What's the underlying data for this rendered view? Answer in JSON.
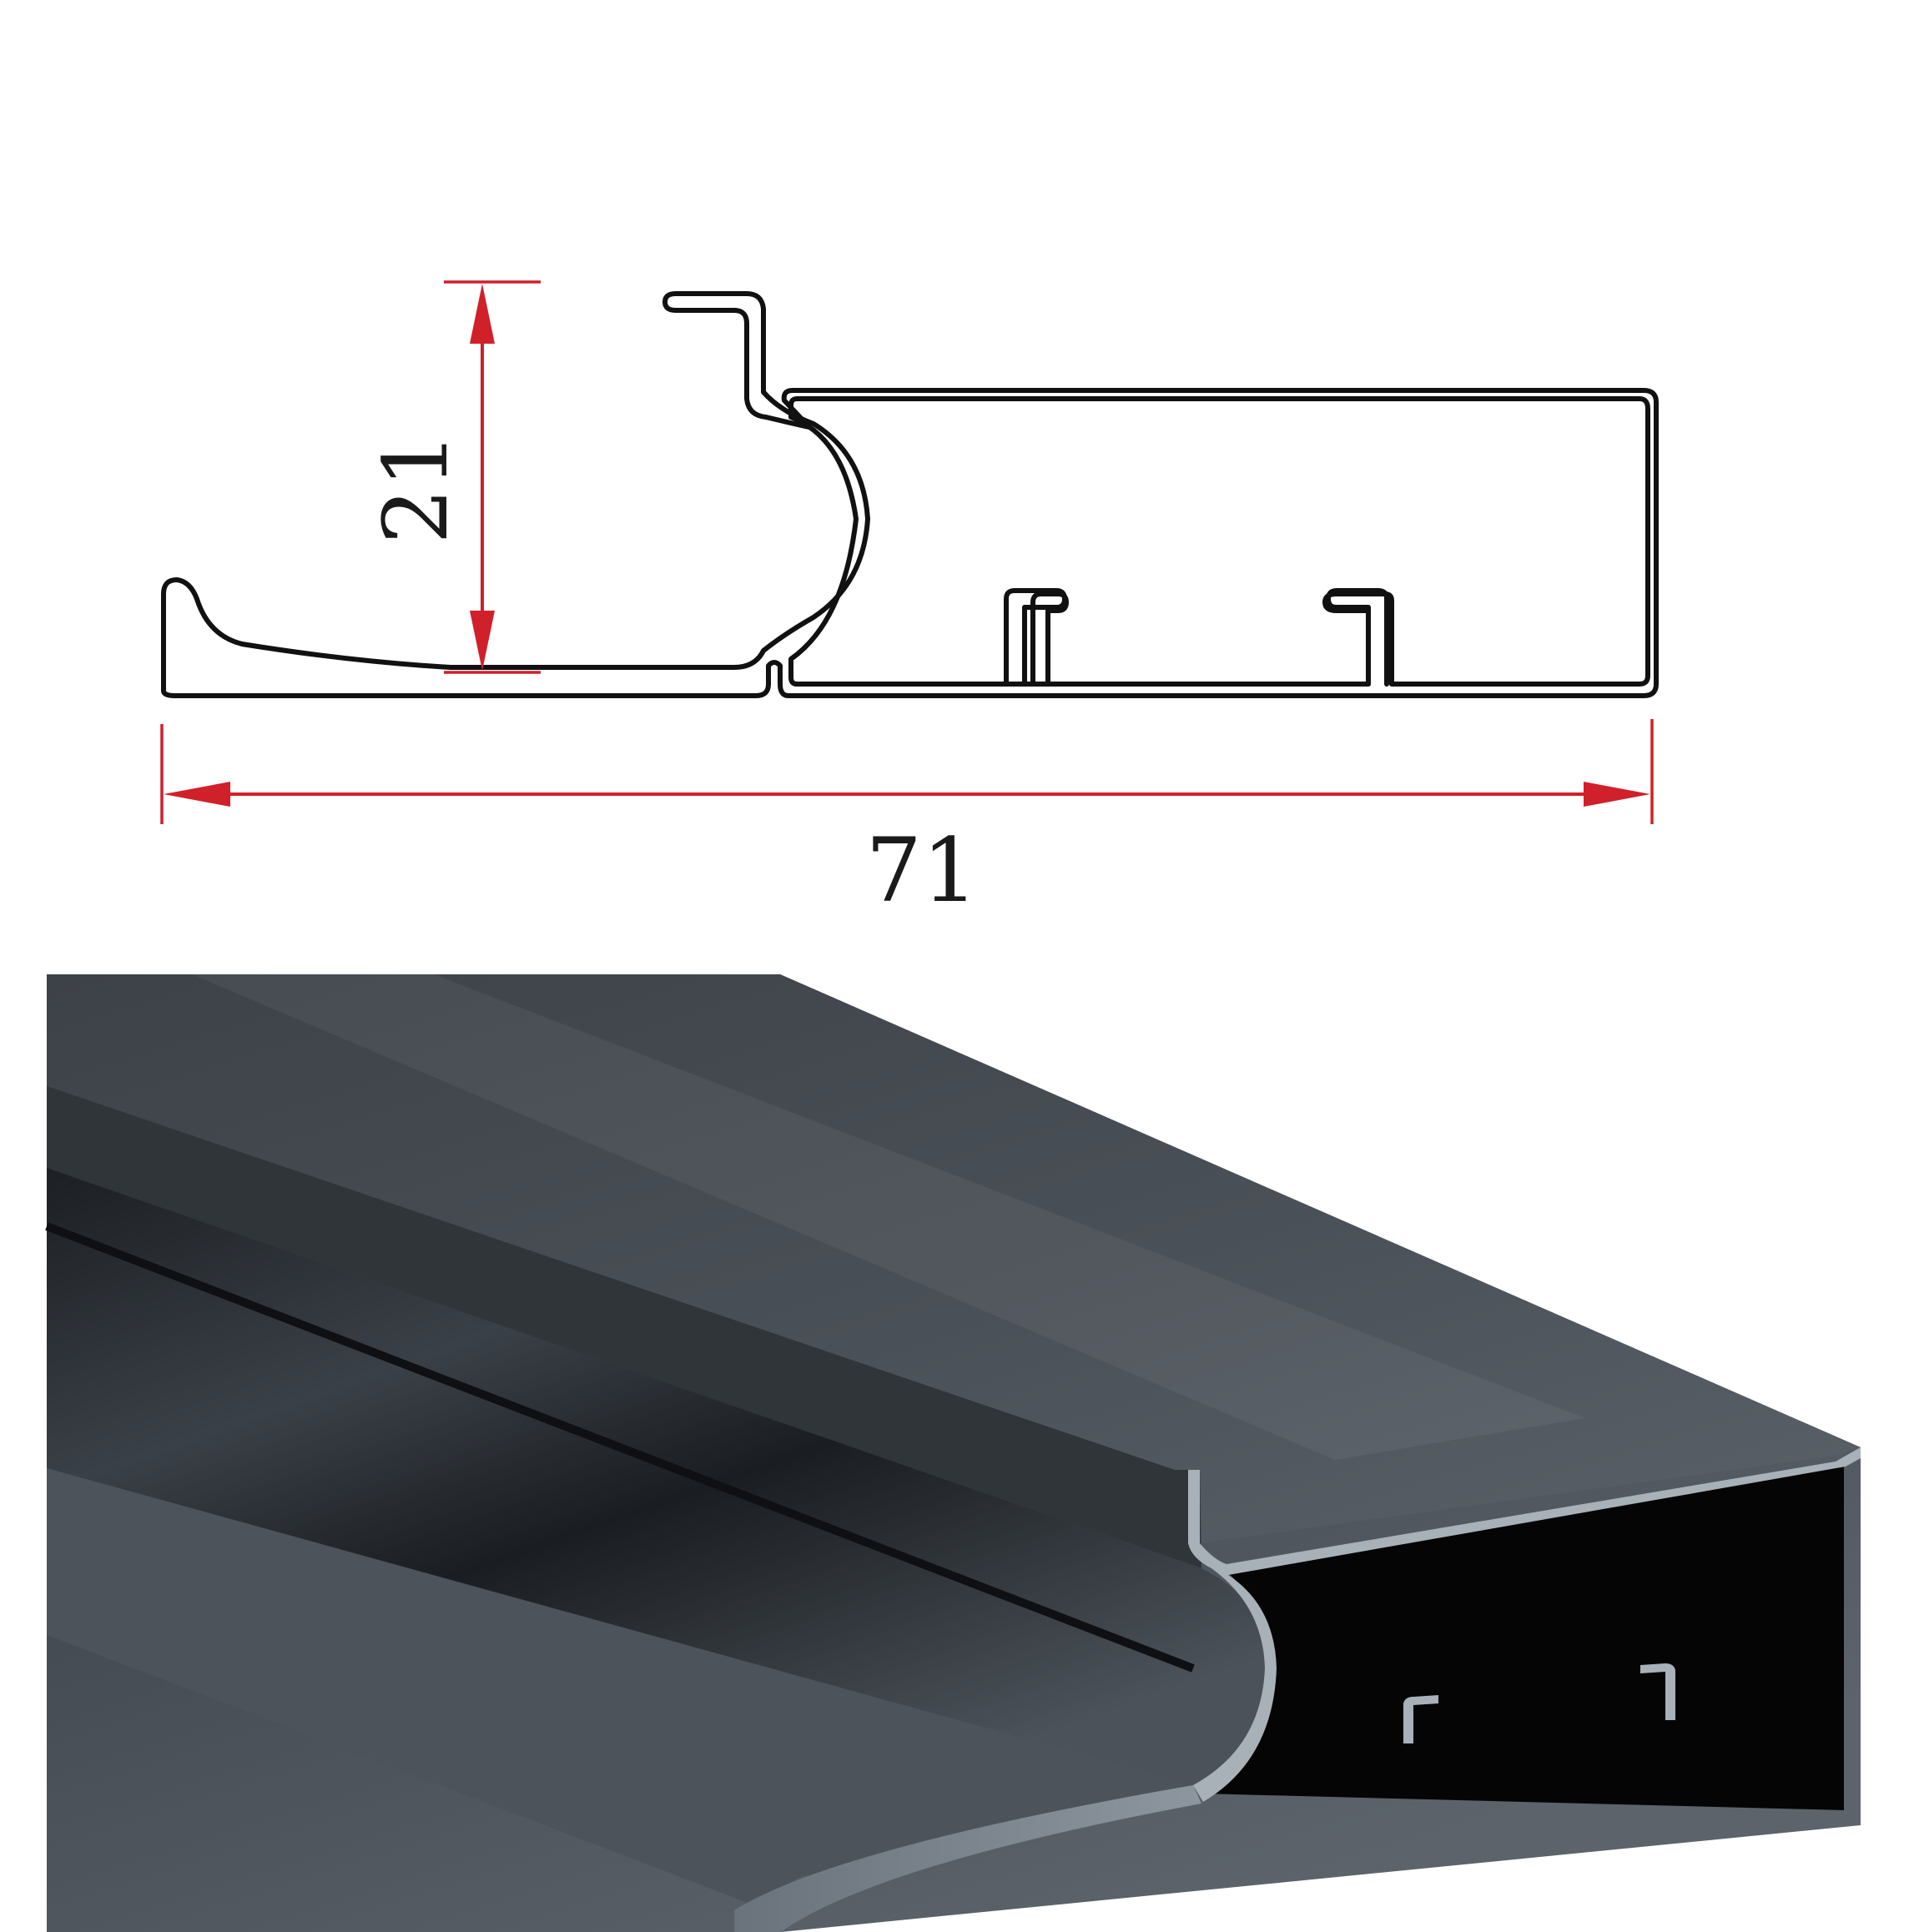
{
  "drawing": {
    "height_dimension": "21",
    "width_dimension": "71",
    "dimension_color": "#d0202a",
    "outline_color": "#111111"
  },
  "photo": {
    "subject": "aluminium-handle-profile",
    "finish_color": "#3b3f45",
    "cut_face_color": "#050505",
    "edge_highlight_color": "#a9b1b8"
  }
}
